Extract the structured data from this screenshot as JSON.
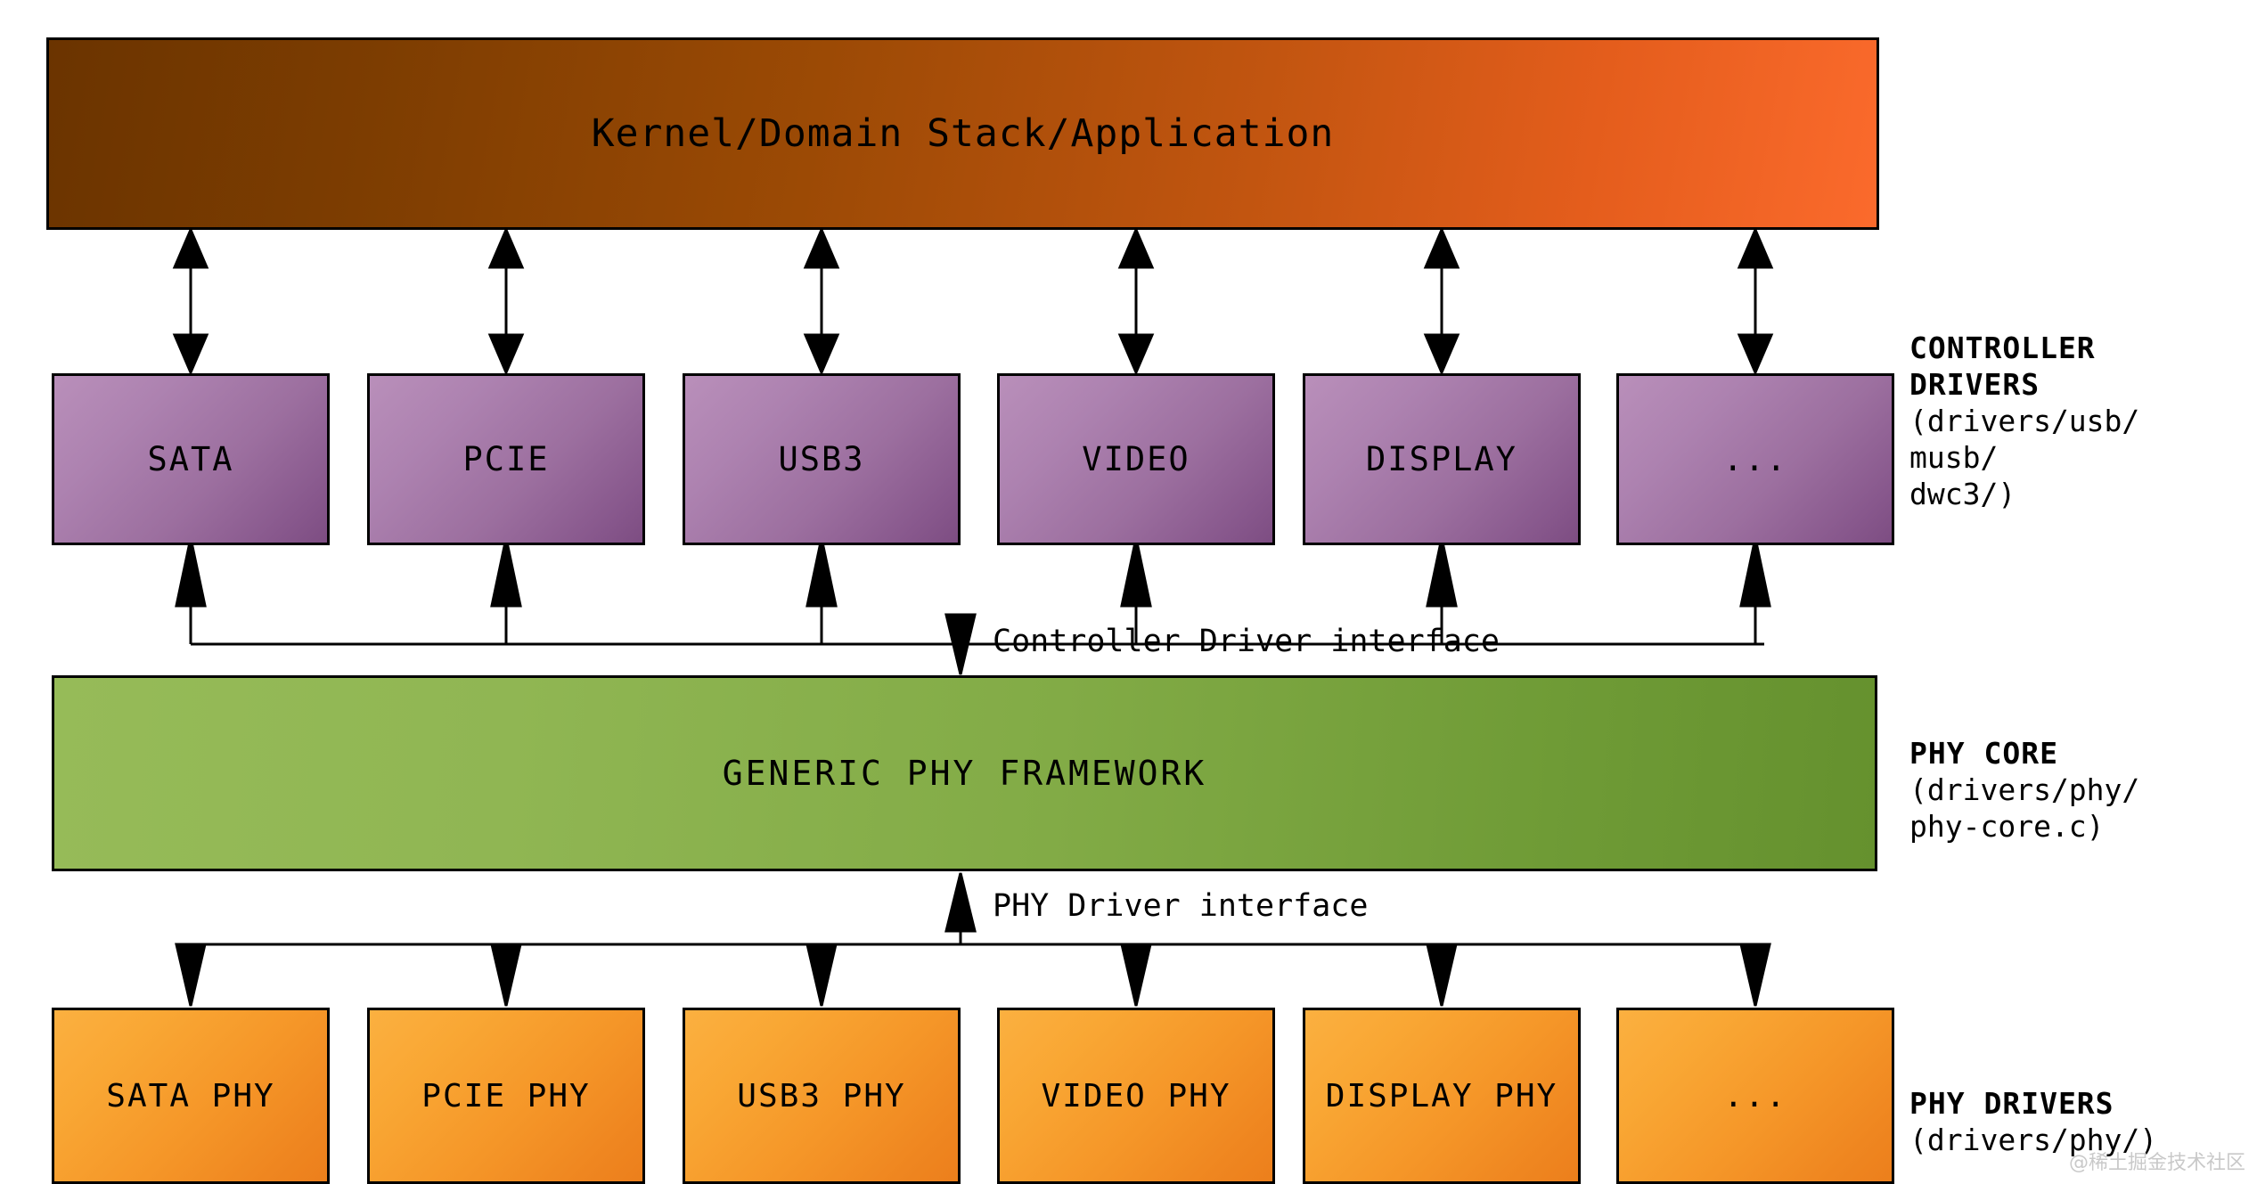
{
  "diagram": {
    "title": "Linux Generic PHY Framework architecture",
    "banner": {
      "label": "Kernel/Domain Stack/Application",
      "color": "#9c4a05"
    },
    "controller_row": {
      "boxes": [
        {
          "label": "SATA"
        },
        {
          "label": "PCIE"
        },
        {
          "label": "USB3"
        },
        {
          "label": "VIDEO"
        },
        {
          "label": "DISPLAY"
        },
        {
          "label": "..."
        }
      ],
      "color": "#9c6f9f"
    },
    "framework": {
      "label": "GENERIC PHY FRAMEWORK",
      "color": "#82ab46"
    },
    "phy_row": {
      "boxes": [
        {
          "label": "SATA PHY"
        },
        {
          "label": "PCIE PHY"
        },
        {
          "label": "USB3 PHY"
        },
        {
          "label": "VIDEO PHY"
        },
        {
          "label": "DISPLAY PHY"
        },
        {
          "label": "..."
        }
      ],
      "color": "#f59628"
    },
    "interfaces": {
      "controller": "Controller Driver interface",
      "phy": "PHY Driver interface"
    },
    "side_labels": {
      "controller": {
        "heading": "CONTROLLER\nDRIVERS",
        "path": "(drivers/usb/\nmusb/\ndwc3/)"
      },
      "core": {
        "heading": "PHY CORE",
        "path": "(drivers/phy/\nphy-core.c)"
      },
      "phy": {
        "heading": "PHY DRIVERS",
        "path": "(drivers/phy/)"
      }
    },
    "watermark": "@稀土掘金技术社区"
  }
}
